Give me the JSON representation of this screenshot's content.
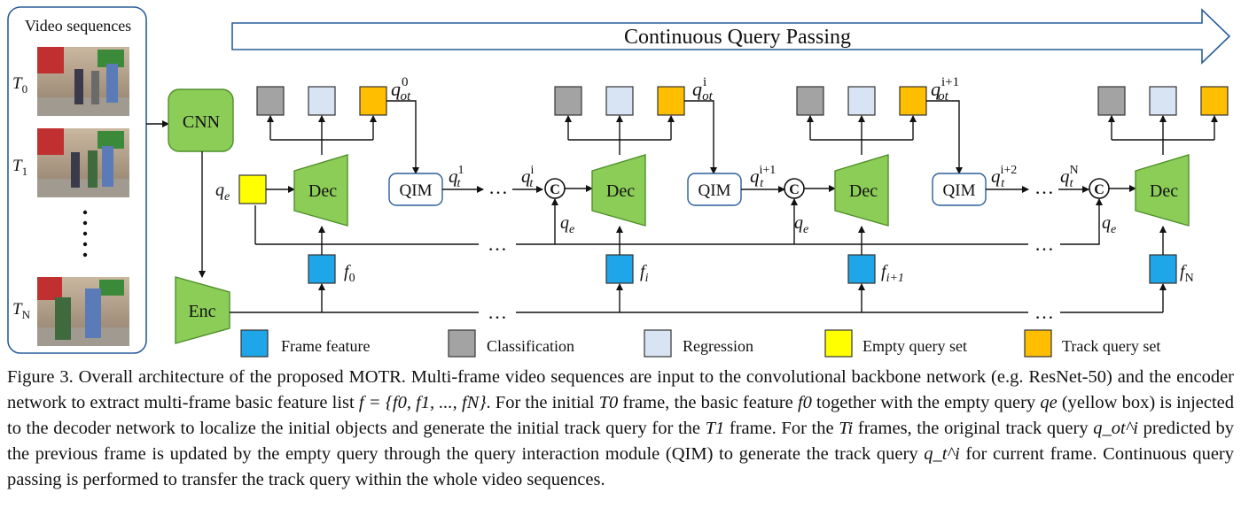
{
  "title_arrow": "Continuous Query Passing",
  "video": {
    "title": "Video sequences",
    "frames": [
      {
        "label": "T",
        "sub": "0"
      },
      {
        "label": "T",
        "sub": "1"
      },
      {
        "label": "T",
        "sub": "N"
      }
    ]
  },
  "blocks": {
    "cnn": "CNN",
    "enc": "Enc",
    "dec": "Dec",
    "qim": "QIM"
  },
  "stages": [
    {
      "feature": {
        "main": "f",
        "sub": "0"
      },
      "out_query": {
        "main": "q",
        "sup": "0",
        "sub": "ot"
      }
    },
    {
      "feature": {
        "main": "f",
        "sub": "i"
      },
      "out_query": {
        "main": "q",
        "sup": "i",
        "sub": "ot"
      }
    },
    {
      "feature": {
        "main": "f",
        "sub": "i+1"
      },
      "out_query": {
        "main": "q",
        "sup": "i+1",
        "sub": "ot"
      }
    },
    {
      "feature": {
        "main": "f",
        "sub": "N"
      }
    }
  ],
  "track_queries": [
    {
      "main": "q",
      "sup": "1",
      "sub": "t"
    },
    {
      "main": "q",
      "sup": "i",
      "sub": "t"
    },
    {
      "main": "q",
      "sup": "i+1",
      "sub": "t"
    },
    {
      "main": "q",
      "sup": "i+2",
      "sub": "t"
    },
    {
      "main": "q",
      "sup": "N",
      "sub": "t"
    }
  ],
  "empty_query": {
    "main": "q",
    "sub": "e"
  },
  "concat_symbol": "C",
  "ellipsis": "…",
  "legend": [
    {
      "label": "Frame feature",
      "color": "#1fa6e8"
    },
    {
      "label": "Classification",
      "color": "#a3a3a3"
    },
    {
      "label": "Regression",
      "color": "#d8e3f3"
    },
    {
      "label": "Empty query set",
      "color": "#ffff00"
    },
    {
      "label": "Track query set",
      "color": "#ffbf00"
    }
  ],
  "colors": {
    "green": "#8ccd58",
    "green_stroke": "#4f8f2a"
  },
  "caption": {
    "p1": "Figure 3. Overall architecture of the proposed MOTR. Multi-frame video sequences are input to the convolutional backbone network (e.g. ResNet-50) and the encoder network to extract multi-frame basic feature list ",
    "f_list": "f = {f0, f1, ..., fN}",
    "p2": ". For the initial ",
    "T0": "T0",
    "p3": " frame, the basic feature ",
    "f0": "f0",
    "p4": " together with the empty query ",
    "qe": "qe",
    "p5": " (yellow box) is injected to the decoder network to localize the initial objects and generate the initial track query for the ",
    "T1": "T1",
    "p6": " frame. For the ",
    "Ti": "Ti",
    "p7": " frames, the original track query ",
    "qot": "q_ot^i",
    "p8": " predicted by the previous frame is updated by the empty query through the query interaction module (QIM) to generate the track query ",
    "qt": "q_t^i",
    "p9": " for current frame. Continuous query passing is performed to transfer the track query within the whole video sequences."
  }
}
